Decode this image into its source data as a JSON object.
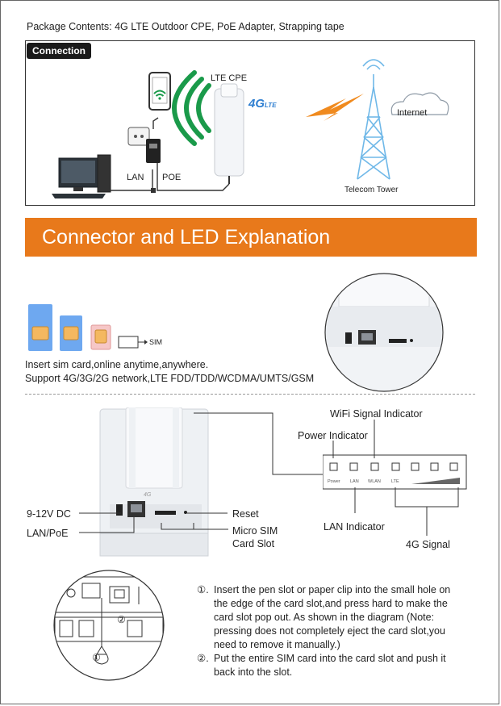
{
  "package": {
    "contents": "Package Contents: 4G LTE Outdoor CPE, PoE Adapter, Strapping tape"
  },
  "connection": {
    "tag": "Connection",
    "lte_cpe": "LTE CPE",
    "badge_4g": "4G",
    "badge_lte": "LTE",
    "internet": "Internet",
    "lan": "LAN",
    "poe": "POE",
    "tower": "Telecom Tower"
  },
  "section": {
    "title": "Connector and LED Explanation"
  },
  "sim": {
    "label": "SIM",
    "line1": "Insert sim card,online anytime,anywhere.",
    "line2": "Support 4G/3G/2G network,LTE FDD/TDD/WCDMA/UMTS/GSM"
  },
  "ports": {
    "dc": "9-12V DC",
    "lan_poe": "LAN/PoE",
    "reset": "Reset",
    "micro_sim_1": "Micro SIM",
    "micro_sim_2": "Card Slot",
    "device_badge": "4G"
  },
  "leds": {
    "wifi_signal": "WiFi Signal Indicator",
    "power_indicator": "Power Indicator",
    "lan_indicator": "LAN Indicator",
    "signal_4g": "4G Signal",
    "labels": [
      "Power",
      "LAN",
      "WLAN",
      "LTE"
    ]
  },
  "instructions": {
    "n1": "①.",
    "s1": [
      "Insert the pen slot or paper clip into the small hole on",
      "the edge of the card slot,and press hard to make the",
      "card slot pop out. As shown in the diagram (Note:",
      "pressing does not completely eject the card slot,you",
      "need to remove it manually.)"
    ],
    "n2": "②.",
    "s2": [
      "Put the entire SIM card into the card slot and push it",
      "back into the slot."
    ],
    "marker1": "①",
    "marker2": "②"
  },
  "colors": {
    "orange": "#e8791b",
    "green": "#1a9a4a",
    "blue": "#2f7fd1",
    "tower": "#6fb8e8"
  }
}
